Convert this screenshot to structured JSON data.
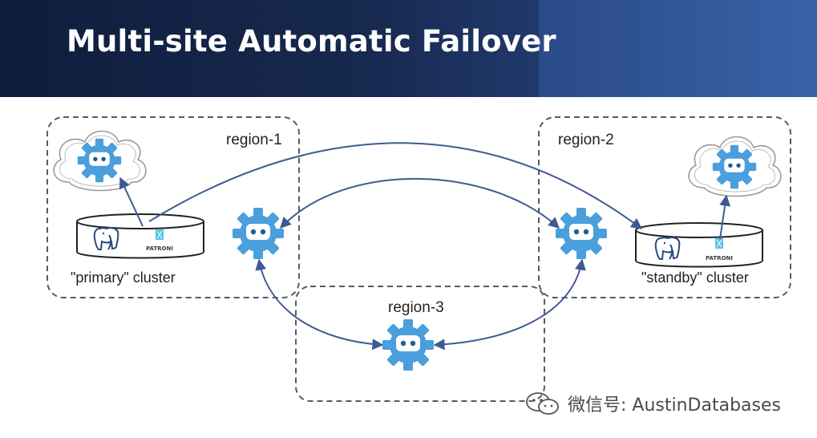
{
  "title": "Multi-site Automatic Failover",
  "regions": {
    "region1": "region-1",
    "region2": "region-2",
    "region3": "region-3"
  },
  "clusters": {
    "primary": "\"primary\" cluster",
    "standby": "\"standby\" cluster"
  },
  "patroni_label": "PATRONI",
  "watermark": "微信号: AustinDatabases",
  "colors": {
    "accent": "#4a9fdc",
    "arrow": "#3f5a92",
    "header": "#17294f"
  },
  "icons": [
    "etcd-icon",
    "postgres-elephant-icon",
    "patroni-icon",
    "cloud-icon",
    "wechat-icon"
  ]
}
